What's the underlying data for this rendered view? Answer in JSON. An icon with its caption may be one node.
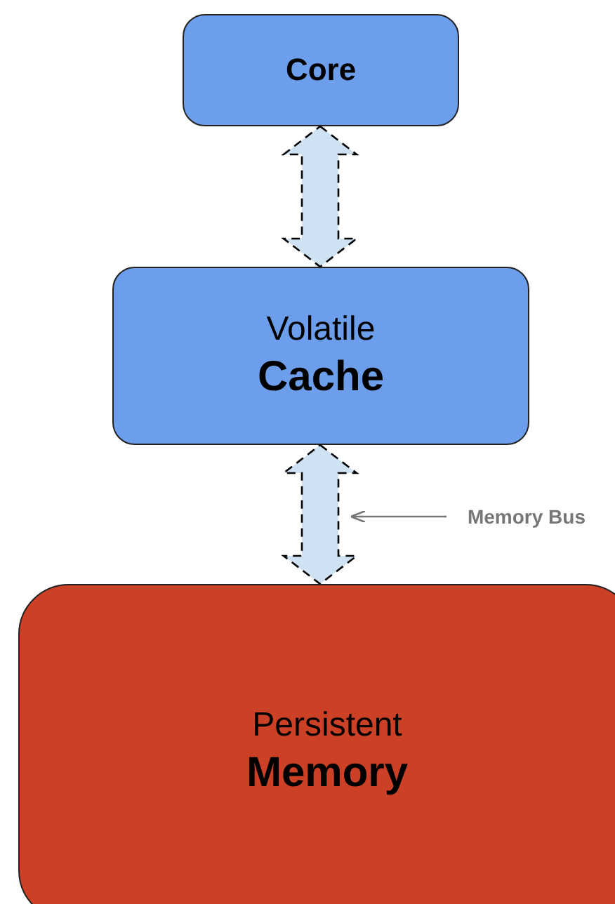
{
  "diagram": {
    "nodes": [
      {
        "text": [
          "Core"
        ]
      },
      {
        "text": [
          "Volatile",
          "Cache"
        ]
      },
      {
        "text": [
          "Persistent",
          "Memory"
        ]
      },
      {
        "text": [
          "Memory Bus"
        ]
      }
    ],
    "edges": [
      {
        "from": 0,
        "to": 1,
        "arrow": "both",
        "style": "dashed"
      },
      {
        "from": 1,
        "to": 2,
        "arrow": "both",
        "style": "dashed"
      },
      {
        "from": 3,
        "to": null,
        "arrow": "to",
        "color": "#777777"
      }
    ]
  }
}
